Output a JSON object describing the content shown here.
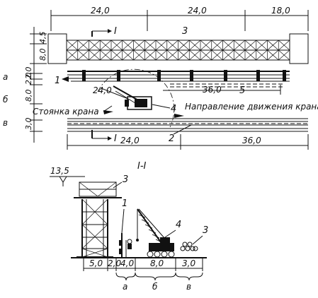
{
  "plan": {
    "top_dims": [
      "24,0",
      "24,0",
      "18,0"
    ],
    "truss_label": "3",
    "left_dims": [
      "4,5",
      "8,0"
    ],
    "row_dims": [
      "2,0",
      "2,0",
      "8,0",
      "3,0"
    ],
    "row_letters": [
      "а",
      "б",
      "в"
    ],
    "section_marks": [
      "I",
      "I"
    ],
    "radius_label": "24,0",
    "inner_dim": "36,0",
    "callouts": [
      "1",
      "5",
      "4",
      "2"
    ],
    "crane_stop": "Стоянка крана",
    "direction": "Направление движения крана",
    "bottom_dims": [
      "24,0",
      "36,0"
    ]
  },
  "section": {
    "title": "I-I",
    "elevation": "13,5",
    "callouts": [
      "3",
      "1",
      "4",
      "3"
    ],
    "bottom_dims": [
      "5,0",
      "2,0",
      "4,0",
      "8,0",
      "3,0"
    ],
    "zone_letters": [
      "а",
      "б",
      "в"
    ]
  }
}
